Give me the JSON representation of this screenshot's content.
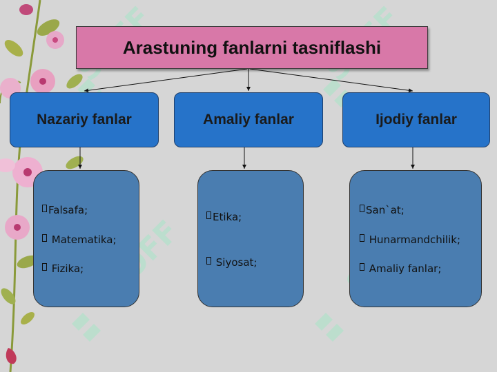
{
  "title": "Arastuning fanlarni tasniflashi",
  "categories": [
    {
      "label": "Nazariy fanlar",
      "items": [
        "Falsafa;",
        "Matematika;",
        "Fizika;"
      ]
    },
    {
      "label": "Amaliy fanlar",
      "items": [
        "Etika;",
        "Siyosat;"
      ]
    },
    {
      "label": "Ijodiy fanlar",
      "items": [
        "San`at;",
        "Hunarmandchilik;",
        "Amaliy fanlar;"
      ]
    }
  ],
  "colors": {
    "title_fill": "#d878a8",
    "category_fill": "#2673c9",
    "detail_fill": "#4a7db0",
    "background": "#d6d6d6"
  },
  "watermark": "SOFF"
}
